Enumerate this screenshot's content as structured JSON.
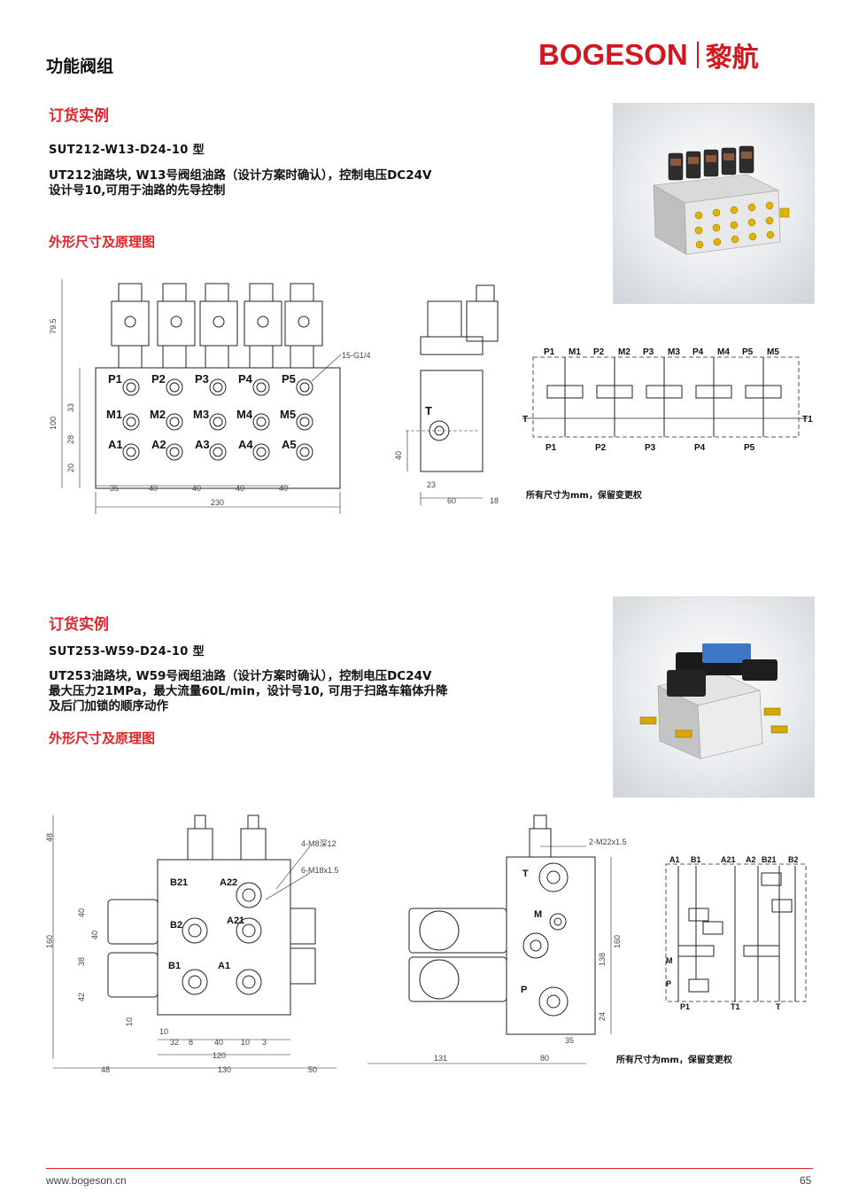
{
  "header": {
    "page_title": "功能阀组",
    "brand_en": "BOGESON",
    "brand_cn": "黎航"
  },
  "section1": {
    "heading": "订货实例",
    "model": "SUT212-W13-D24-10 型",
    "desc_line1": "UT212油路块, W13号阀组油路（设计方案时确认），控制电压DC24V",
    "desc_line2": "设计号10,可用于油路的先导控制",
    "subheading": "外形尺寸及原理图",
    "note": "所有尺寸为mm，保留变更权",
    "drawing": {
      "port_rows": [
        [
          "P1",
          "P2",
          "P3",
          "P4",
          "P5"
        ],
        [
          "M1",
          "M2",
          "M3",
          "M4",
          "M5"
        ],
        [
          "A1",
          "A2",
          "A3",
          "A4",
          "A5"
        ]
      ],
      "thread": "15-G1/4",
      "side_port": "T",
      "dims_bottom": [
        "35",
        "40",
        "40",
        "40",
        "40"
      ],
      "dim_total": "230",
      "dims_left": [
        "79.5",
        "100",
        "33",
        "28",
        "20"
      ],
      "side_dims": [
        "40",
        "23",
        "60",
        "18"
      ],
      "schematic_top": [
        "P1",
        "M1",
        "P2",
        "M2",
        "P3",
        "M3",
        "P4",
        "M4",
        "P5",
        "M5"
      ],
      "schematic_bottom": [
        "P1",
        "P2",
        "P3",
        "P4",
        "P5"
      ],
      "schematic_t": "T",
      "schematic_t1": "T1"
    }
  },
  "section2": {
    "heading": "订货实例",
    "model": "SUT253-W59-D24-10 型",
    "desc_line1": "UT253油路块, W59号阀组油路（设计方案时确认），控制电压DC24V",
    "desc_line2": "最大压力21MPa，最大流量60L/min，设计号10, 可用于扫路车箱体升降",
    "desc_line3": "及后门加锁的顺序动作",
    "subheading": "外形尺寸及原理图",
    "note": "所有尺寸为mm，保留变更权",
    "drawing": {
      "front_ports": [
        "B21",
        "A22",
        "B2",
        "A21",
        "B1",
        "A1"
      ],
      "callout_1": "4-M8深12",
      "callout_2": "6-M18x1.5",
      "callout_3": "2-M22x1.5",
      "side_ports": [
        "T",
        "M",
        "P"
      ],
      "dims_left": [
        "48",
        "160",
        "40",
        "40",
        "38",
        "42",
        "10"
      ],
      "dims_bottom_a": [
        "10",
        "32",
        "8",
        "40",
        "10",
        "3"
      ],
      "dims_bottom_b": [
        "120"
      ],
      "dims_bottom_c": [
        "48",
        "130",
        "50"
      ],
      "side_dims": [
        "138",
        "160",
        "24",
        "35",
        "131",
        "80"
      ],
      "schematic_top": [
        "A1",
        "B1",
        "A21",
        "A2",
        "B21",
        "B2"
      ],
      "schematic_left": [
        "M",
        "P"
      ],
      "schematic_bottom": [
        "P1",
        "T1",
        "T"
      ]
    }
  },
  "footer": {
    "url": "www.bogeson.cn",
    "page_number": "65"
  }
}
